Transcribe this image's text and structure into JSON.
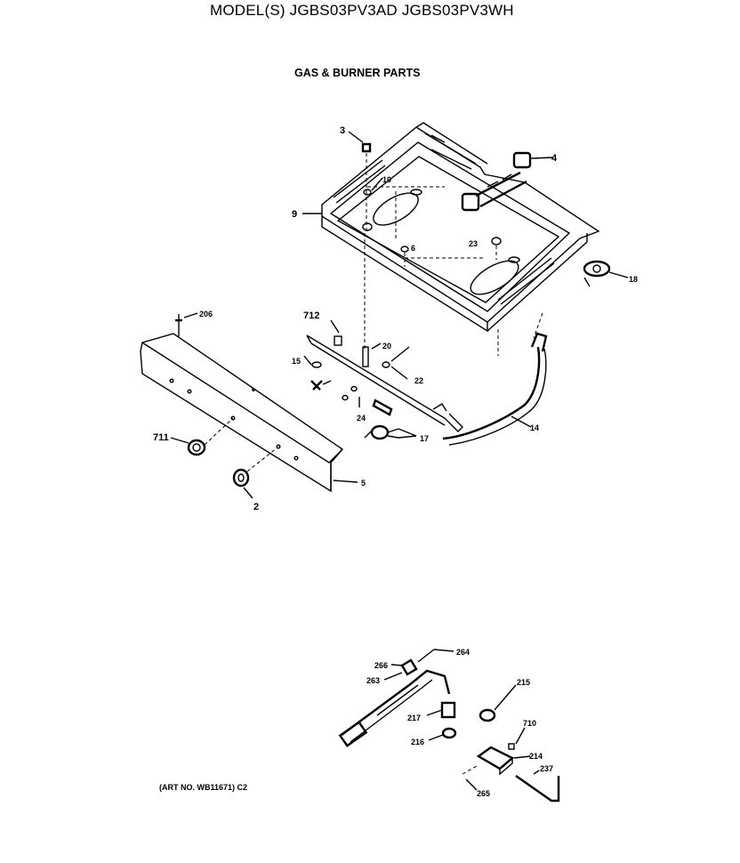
{
  "header": {
    "model": "MODEL(S) JGBS03PV3AD  JGBS03PV3WH",
    "section": "GAS & BURNER PARTS"
  },
  "footer": {
    "art_no": "(ART NO. WB11671) C2"
  },
  "callouts": {
    "c3": "3",
    "c4": "4",
    "c10": "10",
    "c9": "9",
    "c23": "23",
    "c6": "6",
    "c18": "18",
    "c206": "206",
    "c712": "712",
    "c20": "20",
    "c15": "15",
    "c22": "22",
    "c24": "24",
    "c14": "14",
    "c17": "17",
    "c711": "711",
    "c5": "5",
    "c2": "2",
    "c264": "264",
    "c266": "266",
    "c263": "263",
    "c215": "215",
    "c217": "217",
    "c710": "710",
    "c216": "216",
    "c214": "214",
    "c237": "237",
    "c265": "265"
  }
}
